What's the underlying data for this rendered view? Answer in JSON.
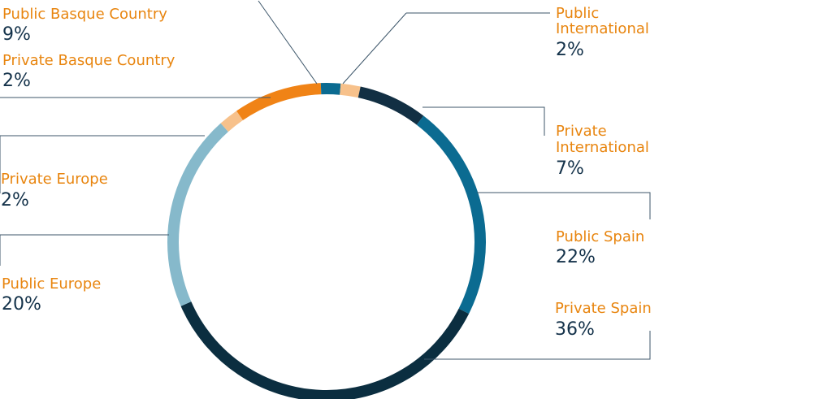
{
  "chart_data": {
    "type": "pie",
    "variant": "donut",
    "segments": [
      {
        "name": "Public Basque Country",
        "value": 9,
        "display": "9%",
        "color": "#f08316"
      },
      {
        "name": "Private Basque Country",
        "value": 2,
        "display": "2%",
        "color": "#0b6b91"
      },
      {
        "name": "Public International",
        "value": 2,
        "display": "2%",
        "color": "#f7c18b"
      },
      {
        "name": "Private International",
        "value": 7,
        "display": "7%",
        "color": "#122f43"
      },
      {
        "name": "Public Spain",
        "value": 22,
        "display": "22%",
        "color": "#0b6b91"
      },
      {
        "name": "Private Spain",
        "value": 36,
        "display": "36%",
        "color": "#0b2e40"
      },
      {
        "name": "Public Europe",
        "value": 20,
        "display": "20%",
        "color": "#86b9cb"
      },
      {
        "name": "Private Europe",
        "value": 2,
        "display": "2%",
        "color": "#f7c18b"
      }
    ]
  },
  "colors": {
    "label_text": "#e8850f",
    "value_text": "#14324a",
    "leader_line": "#3d566a"
  }
}
